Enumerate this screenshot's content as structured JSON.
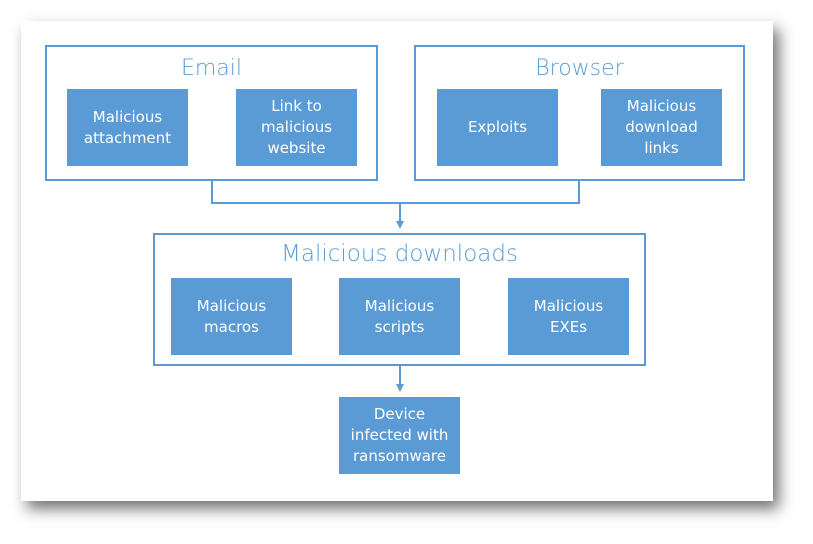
{
  "colors": {
    "accent": "#5b9bd5",
    "node_text": "#ffffff",
    "background": "#ffffff"
  },
  "groups": {
    "email": {
      "title": "Email",
      "items": [
        "Malicious\nattachment",
        "Link to\nmalicious\nwebsite"
      ]
    },
    "browser": {
      "title": "Browser",
      "items": [
        "Exploits",
        "Malicious\ndownload\nlinks"
      ]
    },
    "downloads": {
      "title": "Malicious downloads",
      "items": [
        "Malicious\nmacros",
        "Malicious\nscripts",
        "Malicious\nEXEs"
      ]
    }
  },
  "result": "Device\ninfected with\nransomware"
}
